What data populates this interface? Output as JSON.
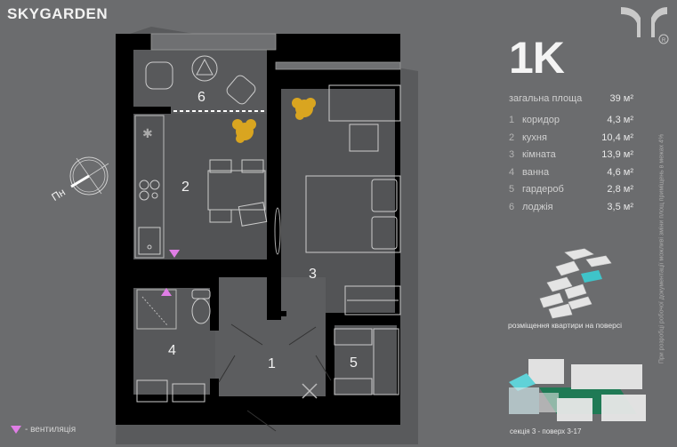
{
  "header": {
    "brand": "SKYGARDEN",
    "apartment_type": "1K",
    "logo_icon": "skygarden-y-logo-icon",
    "registered_mark": "®"
  },
  "area": {
    "total_label": "загальна площа",
    "total_value": "39 м²",
    "rooms": [
      {
        "num": "1",
        "name": "коридор",
        "value": "4,3 м²"
      },
      {
        "num": "2",
        "name": "кухня",
        "value": "10,4 м²"
      },
      {
        "num": "3",
        "name": "кімната",
        "value": "13,9 м²"
      },
      {
        "num": "4",
        "name": "ванна",
        "value": "4,6 м²"
      },
      {
        "num": "5",
        "name": "гардероб",
        "value": "2,8 м²"
      },
      {
        "num": "6",
        "name": "лоджія",
        "value": "3,5 м²"
      }
    ]
  },
  "floor_plan": {
    "room_labels": [
      "1",
      "2",
      "3",
      "4",
      "5",
      "6"
    ],
    "compass_label": "Пн",
    "colors": {
      "wall": "#000000",
      "floor": "#555658",
      "lines": "#d8d8d8",
      "vent": "#e07ee6",
      "plant": "#d9a520"
    }
  },
  "placement": {
    "caption": "розміщення квартири на поверсі",
    "highlight_color": "#3fc4c9"
  },
  "section": {
    "caption": "секція 3 - поверх 3-17",
    "green_color": "#1f7a55",
    "highlight_color": "#5fd2d8"
  },
  "legend": {
    "vent_label": "- вентиляція"
  },
  "disclaimer": "При розробці робочої документації можливі зміни площ приміщень в межах 4%"
}
